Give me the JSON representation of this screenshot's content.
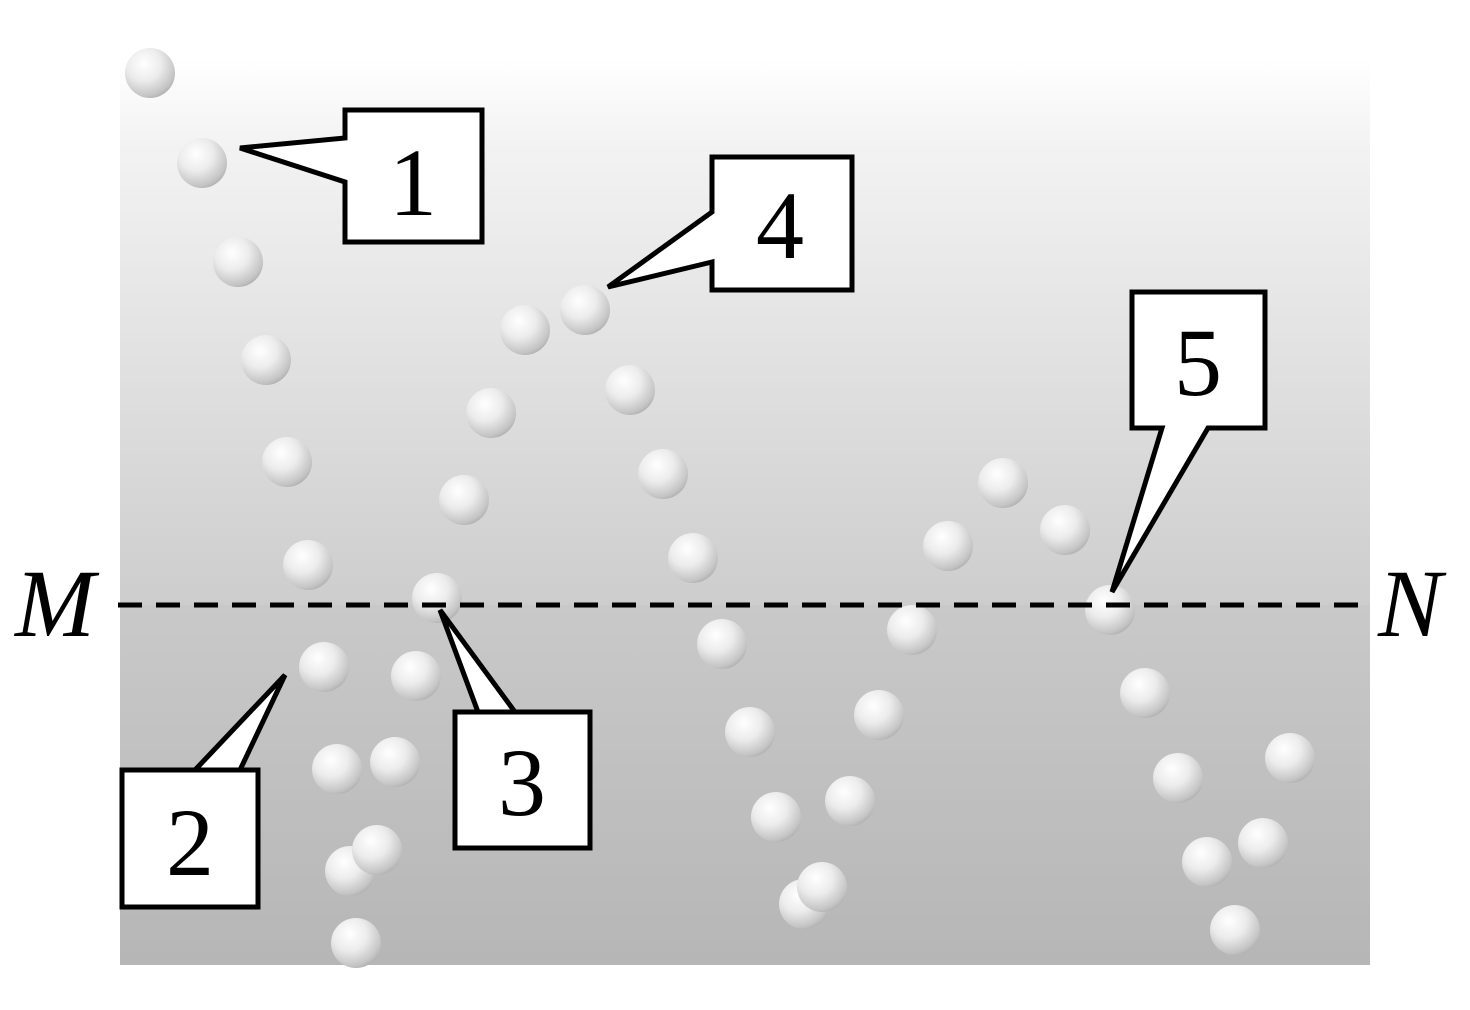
{
  "line": {
    "left_label": "M",
    "right_label": "N"
  },
  "callouts": [
    "1",
    "2",
    "3",
    "4",
    "5"
  ],
  "colors": {
    "top_region": "#f4f4f4",
    "mid_region": "#cfcfcf",
    "bottom_region": "#b9b9b9",
    "ball_highlight": "#ffffff",
    "ball_shadow": "#9a9a9a",
    "line": "#000000",
    "box_fill": "#ffffff",
    "box_stroke": "#000000"
  }
}
